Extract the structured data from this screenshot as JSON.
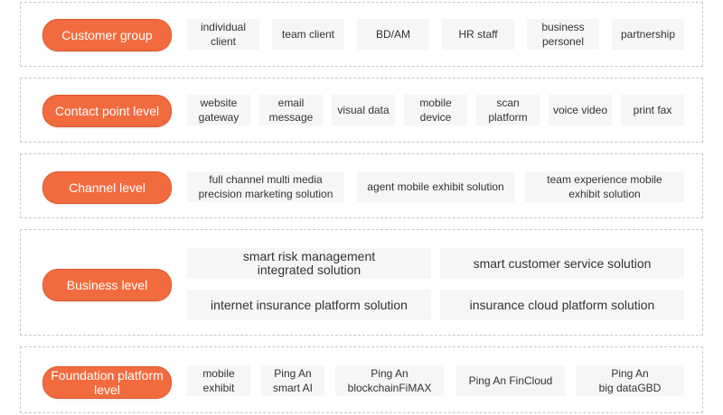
{
  "rows": [
    {
      "label": "Customer group",
      "items": [
        "individual\nclient",
        "team client",
        "BD/AM",
        "HR staff",
        "business\npersonel",
        "partnership"
      ]
    },
    {
      "label": "Contact point level",
      "items": [
        "website\ngateway",
        "email\nmessage",
        "visual data",
        "mobile\ndevice",
        "scan\nplatform",
        "voice video",
        "print fax"
      ]
    },
    {
      "label": "Channel level",
      "items": [
        "full channel multi media\nprecision  marketing solution",
        "agent mobile exhibit solution",
        "team experience mobile\nexhibit solution"
      ]
    },
    {
      "label": "Business level",
      "items": [
        "smart risk management\nintegrated solution",
        "smart customer service solution",
        "internet insurance platform solution",
        "insurance cloud platform solution"
      ]
    },
    {
      "label": "Foundation\nplatform level",
      "items": [
        "mobile\nexhibit",
        "Ping An\nsmart AI",
        "Ping An\nblockchainFiMAX",
        "Ping An FinCloud",
        "Ping An\nbig dataGBD"
      ]
    }
  ],
  "colors": {
    "pill": "#f26b3e",
    "box": "#f6f6f6",
    "border": "#c9c9c9"
  }
}
